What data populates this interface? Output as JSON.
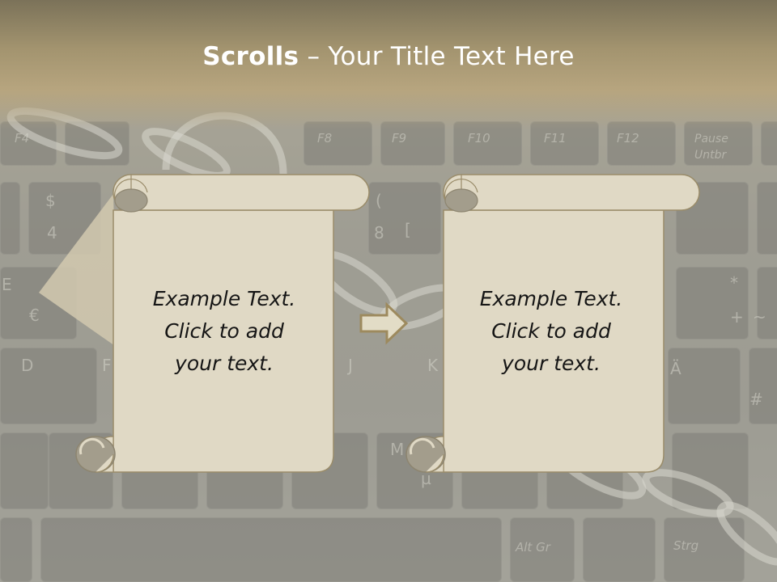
{
  "title": {
    "bold": "Scrolls",
    "rest": " – Your Title Text Here"
  },
  "scrolls": [
    {
      "text": "Example Text.\nClick  to add\nyour text."
    },
    {
      "text": "Example Text.\nClick  to add\nyour text."
    }
  ],
  "background": {
    "key_labels": [
      "F4",
      "F8",
      "F9",
      "F10",
      "F11",
      "F12",
      "Pause",
      "Untbr",
      "$",
      "4",
      "8",
      "E",
      "€",
      "D",
      "F",
      "J",
      "K",
      "Ä",
      "M",
      "µ",
      "Alt Gr",
      "Strg",
      "+",
      "*",
      "#",
      "~",
      "(",
      "["
    ]
  },
  "colors": {
    "title_band": "#a3946f",
    "scroll_fill": "#e0d9c5",
    "scroll_stroke": "#9a8c6a",
    "scroll_curl": "#a39d8c",
    "arrow_stroke": "#9d8a5e",
    "arrow_fill": "#e2dcc6"
  }
}
